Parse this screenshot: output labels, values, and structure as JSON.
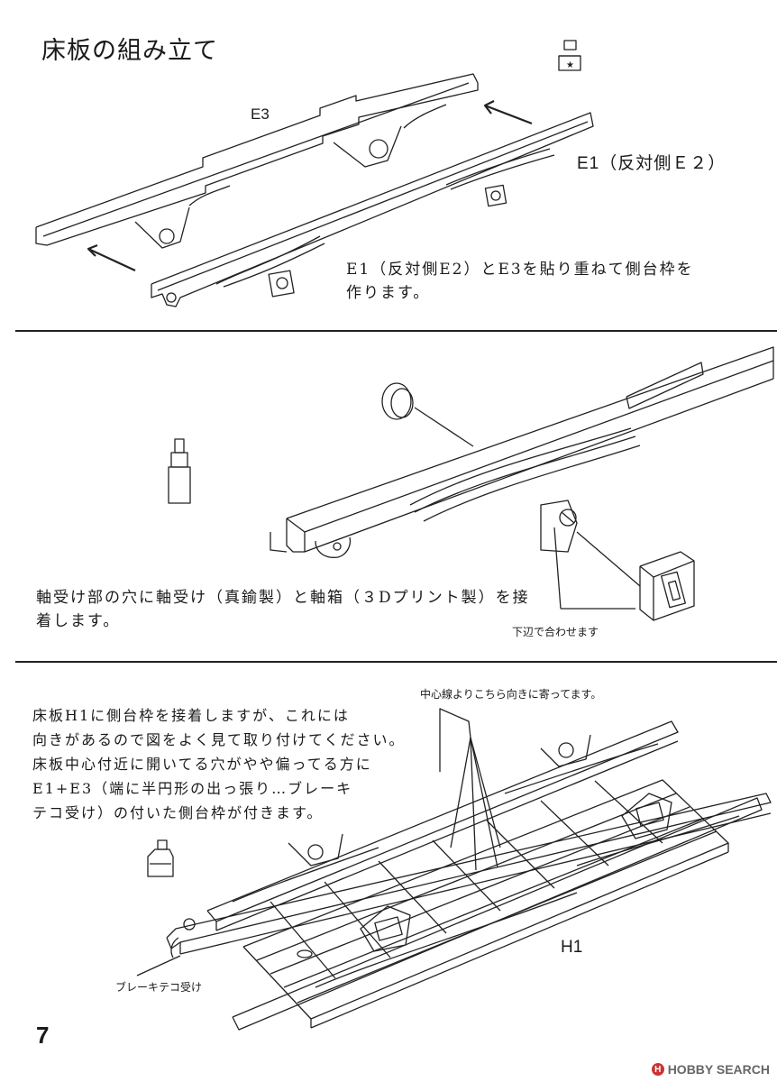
{
  "section1": {
    "title": "床板の組み立て",
    "label_e3": "E3",
    "label_e1": "E1（反対側Ｅ２）",
    "instruction": "E1（反対側E2）とE3を貼り重ねて側台枠を作ります。",
    "icon": "adhesive-box-icon"
  },
  "section2": {
    "instruction": "軸受け部の穴に軸受け（真鍮製）と軸箱（３Dプリント製）を接着します。",
    "callout": "下辺で合わせます",
    "icon": "glue-tube-icon"
  },
  "section3": {
    "instruction_lines": [
      "床板H1に側台枠を接着しますが、これには",
      "向きがあるので図をよく見て取り付けてください。",
      "床板中心付近に開いてる穴がやや偏ってる方に",
      "E1+E3（端に半円形の出っ張り…ブレーキ",
      "テコ受け）の付いた側台枠が付きます。"
    ],
    "callout_top": "中心線よりこちら向きに寄ってます。",
    "callout_brake": "ブレーキテコ受け",
    "label_h1": "H1",
    "icon": "glue-bottle-icon"
  },
  "footer": {
    "page_number": "7",
    "watermark": "HOBBY SEARCH"
  }
}
